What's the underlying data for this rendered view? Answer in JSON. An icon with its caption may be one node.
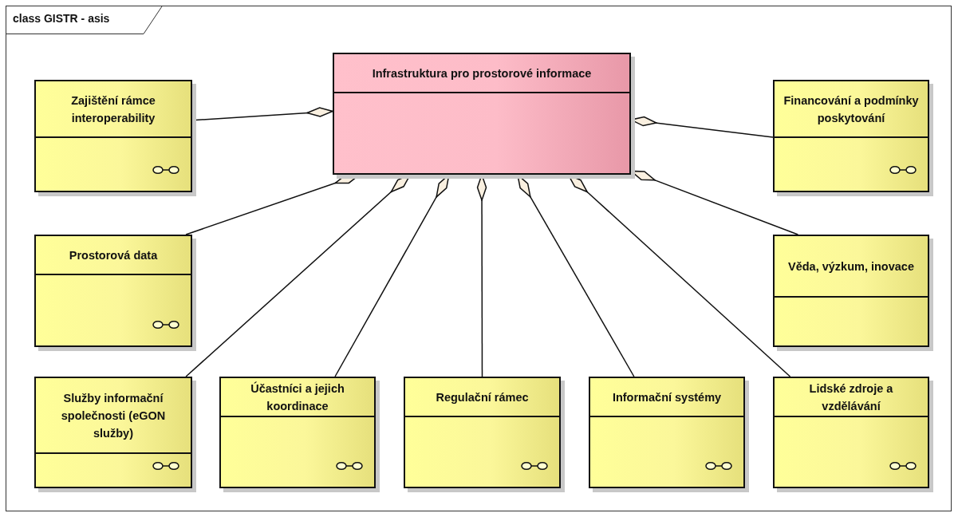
{
  "diagram": {
    "title": "class GISTR - asis",
    "nodes": [
      {
        "text": [
          "Infrastruktura pro prostorové informace"
        ]
      },
      {
        "text": [
          "Zajištění rámce interoperability"
        ]
      },
      {
        "text": [
          "Financování a podmínky poskytování"
        ]
      },
      {
        "text": [
          "Prostorová data"
        ]
      },
      {
        "text": [
          "Věda, výzkum, inovace"
        ]
      },
      {
        "text": [
          "Služby informační společnosti (eGON služby)"
        ]
      },
      {
        "text": [
          "Účastníci a jejich koordinace"
        ]
      },
      {
        "text": [
          "Regulační rámec"
        ]
      },
      {
        "text": [
          "Informační systémy"
        ]
      },
      {
        "text": [
          "Lidské zdroje a vzdělávání"
        ]
      }
    ],
    "edges": [
      {
        "from": 1,
        "to": 0,
        "arrow": "other"
      },
      {
        "from": 2,
        "to": 0,
        "arrow": "other"
      },
      {
        "from": 3,
        "to": 0,
        "arrow": "other"
      },
      {
        "from": 4,
        "to": 0,
        "arrow": "other"
      },
      {
        "from": 5,
        "to": 0,
        "arrow": "other"
      },
      {
        "from": 6,
        "to": 0,
        "arrow": "other"
      },
      {
        "from": 7,
        "to": 0,
        "arrow": "other"
      },
      {
        "from": 8,
        "to": 0,
        "arrow": "other"
      },
      {
        "from": 9,
        "to": 0,
        "arrow": "other"
      }
    ]
  }
}
